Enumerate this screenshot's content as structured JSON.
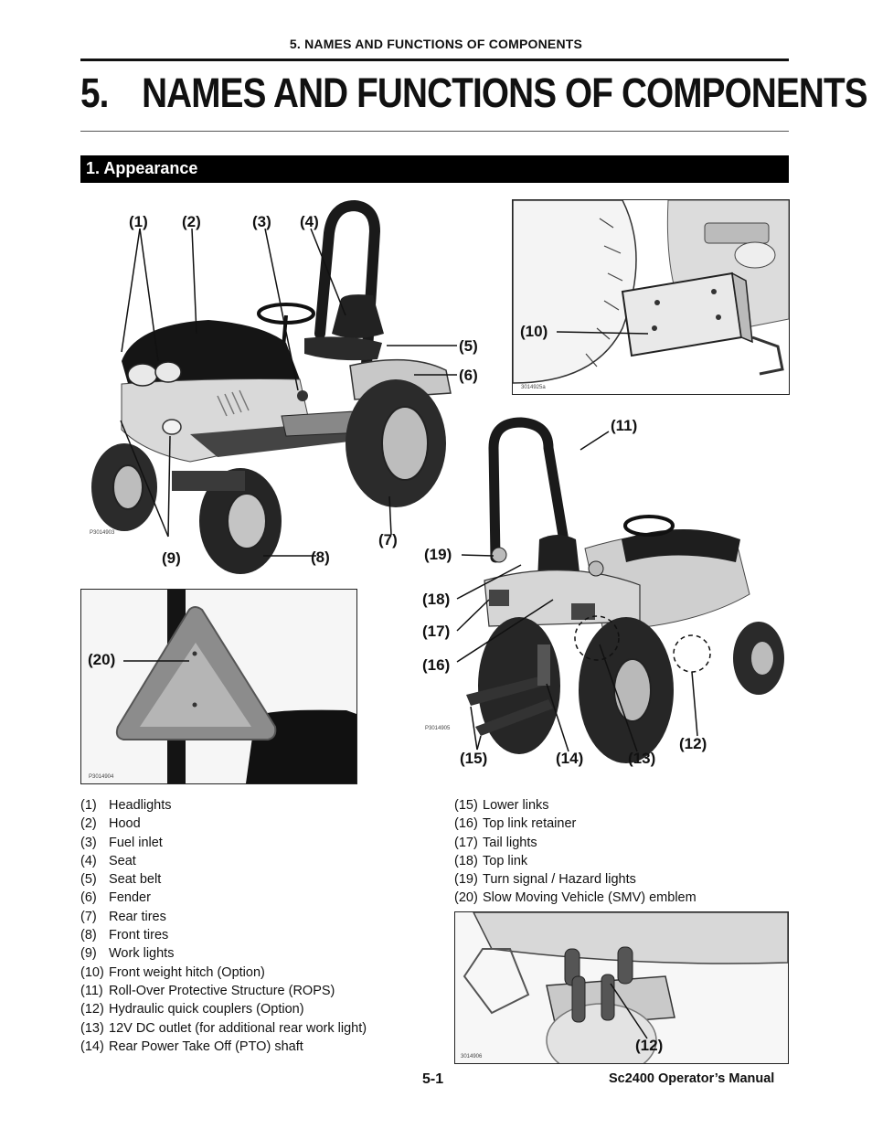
{
  "header": {
    "running_title": "5. NAMES AND FUNCTIONS OF COMPONENTS"
  },
  "chapter": {
    "number": "5.",
    "title": "NAMES AND FUNCTIONS OF COMPONENTS"
  },
  "section": {
    "title": "1.   Appearance"
  },
  "figures": {
    "main_tractor": {
      "photo_id": "P3014903"
    },
    "weight_hitch": {
      "photo_id": "3014925a"
    },
    "rear_tractor": {
      "photo_id": "P3014905"
    },
    "smv_emblem": {
      "photo_id": "P3014904"
    },
    "couplers": {
      "photo_id": "3014906"
    }
  },
  "callouts": {
    "c1": "(1)",
    "c2": "(2)",
    "c3": "(3)",
    "c4": "(4)",
    "c5": "(5)",
    "c6": "(6)",
    "c7": "(7)",
    "c8": "(8)",
    "c9": "(9)",
    "c10": "(10)",
    "c11": "(11)",
    "c12a": "(12)",
    "c12b": "(12)",
    "c13": "(13)",
    "c14": "(14)",
    "c15": "(15)",
    "c16": "(16)",
    "c17": "(17)",
    "c18": "(18)",
    "c19": "(19)",
    "c20": "(20)"
  },
  "legend_left": [
    {
      "num": "(1)",
      "label": "Headlights"
    },
    {
      "num": "(2)",
      "label": "Hood"
    },
    {
      "num": "(3)",
      "label": "Fuel inlet"
    },
    {
      "num": "(4)",
      "label": "Seat"
    },
    {
      "num": "(5)",
      "label": "Seat belt"
    },
    {
      "num": "(6)",
      "label": "Fender"
    },
    {
      "num": "(7)",
      "label": "Rear tires"
    },
    {
      "num": "(8)",
      "label": "Front tires"
    },
    {
      "num": "(9)",
      "label": "Work lights"
    },
    {
      "num": "(10)",
      "label": "Front weight hitch (Option)"
    },
    {
      "num": "(11)",
      "label": "Roll-Over Protective Structure (ROPS)"
    },
    {
      "num": "(12)",
      "label": "Hydraulic quick couplers (Option)"
    },
    {
      "num": "(13)",
      "label": "12V DC outlet (for additional rear work light)"
    },
    {
      "num": "(14)",
      "label": "Rear Power Take Off (PTO) shaft"
    }
  ],
  "legend_right": [
    {
      "num": "(15)",
      "label": "Lower links"
    },
    {
      "num": "(16)",
      "label": "Top link retainer"
    },
    {
      "num": "(17)",
      "label": "Tail lights"
    },
    {
      "num": "(18)",
      "label": "Top link"
    },
    {
      "num": "(19)",
      "label": "Turn signal / Hazard lights"
    },
    {
      "num": "(20)",
      "label": "Slow Moving Vehicle (SMV) emblem"
    }
  ],
  "footer": {
    "page_number": "5-1",
    "manual_title": "Sc2400 Operator’s Manual"
  }
}
